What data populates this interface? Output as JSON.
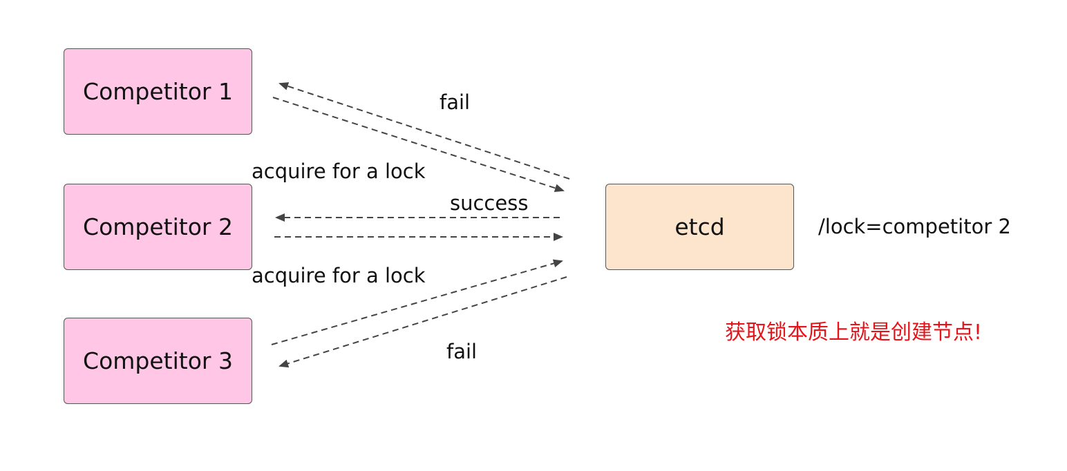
{
  "nodes": {
    "competitor_1": "Competitor 1",
    "competitor_2": "Competitor 2",
    "competitor_3": "Competitor 3",
    "etcd": "etcd"
  },
  "edges": [
    {
      "from": "competitor_1",
      "to": "etcd",
      "label": "acquire for a lock"
    },
    {
      "from": "etcd",
      "to": "competitor_1",
      "label": "fail"
    },
    {
      "from": "competitor_2",
      "to": "etcd",
      "label": ""
    },
    {
      "from": "etcd",
      "to": "competitor_2",
      "label": "success"
    },
    {
      "from": "competitor_3",
      "to": "etcd",
      "label": "acquire for a lock"
    },
    {
      "from": "etcd",
      "to": "competitor_3",
      "label": "fail"
    }
  ],
  "labels": {
    "fail_top": "fail",
    "acquire_1": "acquire for a lock",
    "success": "success",
    "acquire_2": "acquire for a lock",
    "fail_bottom": "fail",
    "lock_key": "/lock=competitor 2"
  },
  "note": "获取锁本质上就是创建节点!",
  "colors": {
    "competitor_fill": "#ffc6e6",
    "etcd_fill": "#fde4cc",
    "note_text": "#e5141a",
    "arrow": "#444444"
  }
}
